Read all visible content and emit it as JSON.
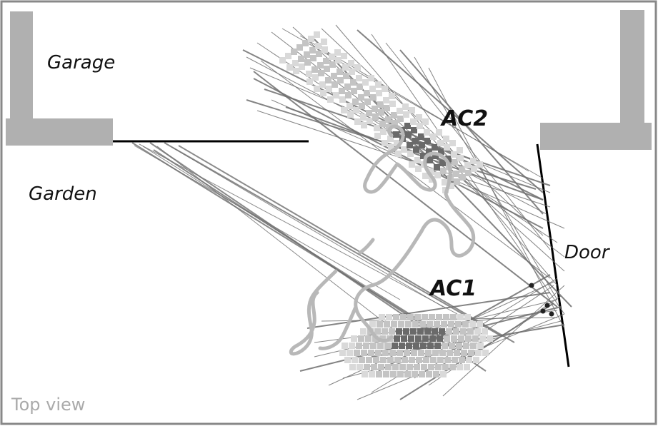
{
  "labels": {
    "garage": "Garage",
    "garden": "Garden",
    "door": "Door",
    "ac1": "AC1",
    "ac2": "AC2",
    "view": "Top view"
  },
  "colors": {
    "background": "#ffffff",
    "frame": "#888888",
    "wall": "#b0b0b0",
    "door_line": "#000000",
    "ray": "#6e6e6e",
    "cell_light": "#d9d9d9",
    "cell_mid": "#c4c4c4",
    "cell_dark": "#6a6a6a",
    "silhouette": "#b8b8b8"
  }
}
